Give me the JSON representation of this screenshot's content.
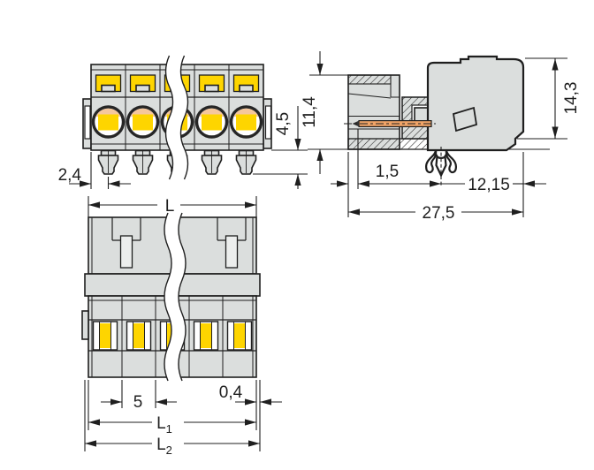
{
  "drawing": {
    "front_view": {
      "dims": {
        "edge_to_pin": "2,4",
        "pin_length": "4,5"
      }
    },
    "plan_view": {
      "dims": {
        "total_length": "L",
        "pole_pitch": "5",
        "edge_offset": "0,4",
        "l1": {
          "base": "L",
          "sub": "1"
        },
        "l2": {
          "base": "L",
          "sub": "2"
        }
      }
    },
    "side_view": {
      "dims": {
        "front_height": "11,4",
        "back_height": "14,3",
        "pin_recess": "1,5",
        "foot_to_back": "12,15",
        "total_depth": "27,5"
      }
    }
  },
  "colors": {
    "housing": "#dbdedd",
    "line": "#1f1f1f",
    "contact_yellow": "#fed500",
    "contact_orange": "#f5c79c",
    "pin_orange": "#f0a468"
  }
}
